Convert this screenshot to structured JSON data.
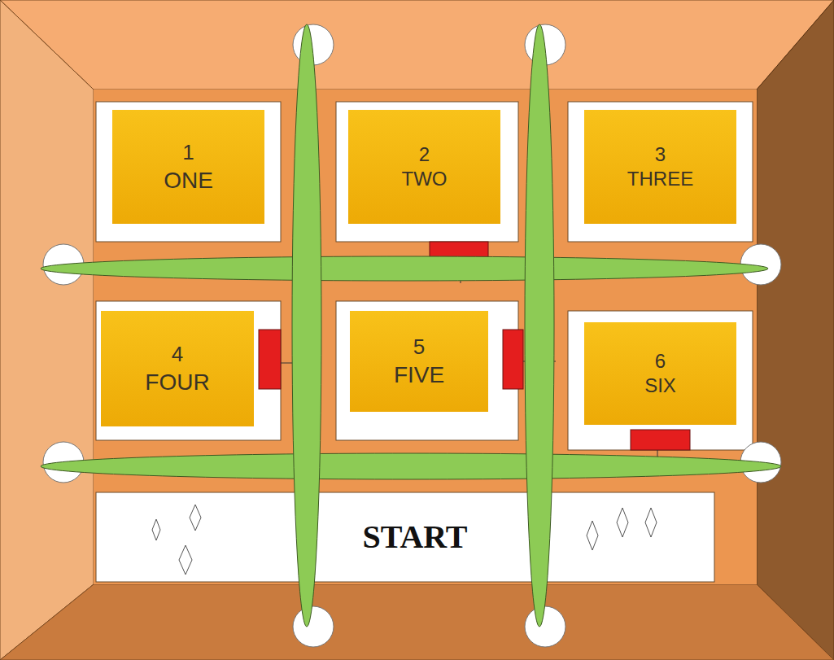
{
  "diagram": {
    "nodes": [
      {
        "text": [
          "1",
          "ONE"
        ]
      },
      {
        "text": [
          "2",
          "TWO"
        ]
      },
      {
        "text": [
          "3",
          "THREE"
        ]
      },
      {
        "text": [
          "4",
          "FOUR"
        ]
      },
      {
        "text": [
          "5",
          "FIVE"
        ]
      },
      {
        "text": [
          "6",
          "SIX"
        ]
      },
      {
        "text": [
          "START"
        ]
      }
    ]
  }
}
